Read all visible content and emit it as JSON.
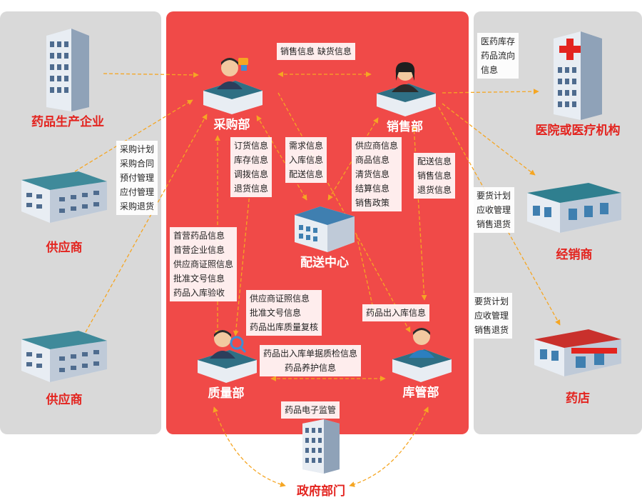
{
  "nodes": {
    "manufacturer": "药品生产企业",
    "supplier1": "供应商",
    "supplier2": "供应商",
    "purchasing": "采购部",
    "sales": "销售部",
    "distribution": "配送中心",
    "quality": "质量部",
    "warehouse": "库管部",
    "government": "政府部门",
    "hospital": "医院或医疗机构",
    "distributor": "经销商",
    "pharmacy": "药店"
  },
  "flows": {
    "purchase_sales": "销售信息 缺货信息",
    "supplier_purchase": [
      "采购计划",
      "采购合同",
      "预付管理",
      "应付管理",
      "采购退货"
    ],
    "purchase_dist": [
      "订货信息",
      "库存信息",
      "调拨信息",
      "退货信息"
    ],
    "demand": [
      "需求信息",
      "入库信息",
      "配送信息"
    ],
    "sales_dist": [
      "供应商信息",
      "商品信息",
      "清货信息",
      "结算信息",
      "销售政策"
    ],
    "delivery": [
      "配送信息",
      "销售信息",
      "退货信息"
    ],
    "quality_purchase": [
      "首营药品信息",
      "首营企业信息",
      "供应商证照信息",
      "批准文号信息",
      "药品入库验收"
    ],
    "quality_center": [
      "供应商证照信息",
      "批准文号信息",
      "药品出库质量复核"
    ],
    "warehouse_sales": "药品出入库信息",
    "quality_warehouse": [
      "药品出入库单据质检信息",
      "药品养护信息"
    ],
    "gov": "药品电子监管",
    "hospital_info": [
      "医药库存",
      "药品流向",
      "信息"
    ],
    "distributor_info": [
      "要货计划",
      "应收管理",
      "销售退货"
    ],
    "pharmacy_info": [
      "要货计划",
      "应收管理",
      "销售退货"
    ]
  },
  "colors": {
    "center": "#f04a48",
    "side": "#d9d9d9",
    "arrow": "#f5a623",
    "label_red": "#e3241f"
  }
}
